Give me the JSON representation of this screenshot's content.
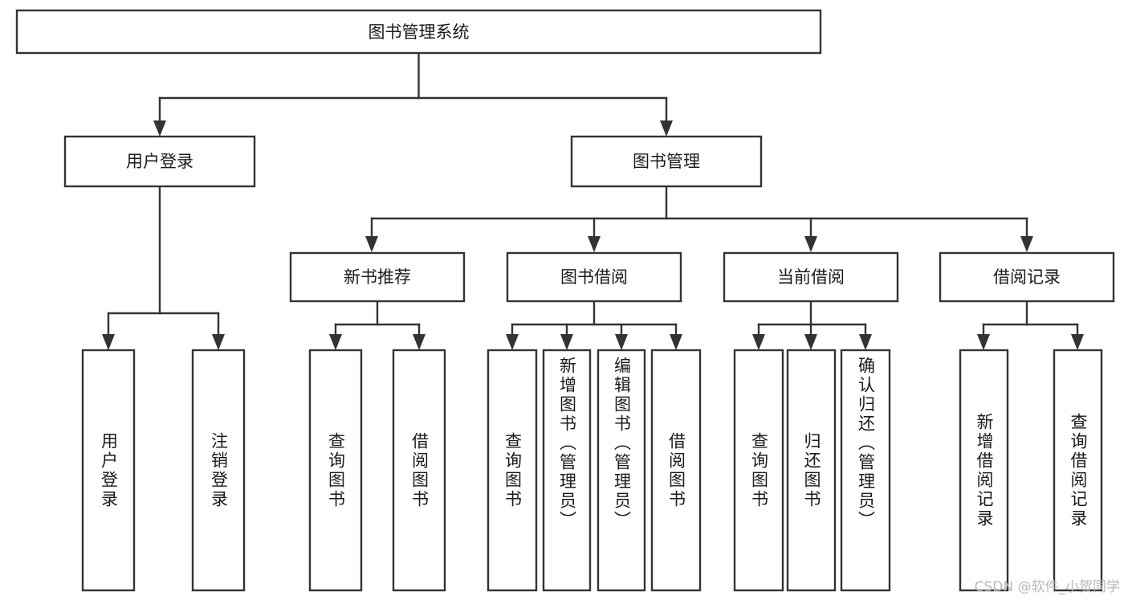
{
  "diagram": {
    "type": "tree",
    "title": "图书管理系统",
    "watermark": "CSDN @软件_小贺同学",
    "colors": {
      "box_fill": "#ffffff",
      "box_stroke": "#333333",
      "text": "#1a1a1a",
      "watermark": "#b9b9b9",
      "background": "#ffffff"
    },
    "nodes": {
      "root": {
        "label": "图书管理系统",
        "orientation": "horizontal"
      },
      "level2": [
        {
          "label": "用户登录",
          "orientation": "horizontal"
        },
        {
          "label": "图书管理",
          "orientation": "horizontal"
        }
      ],
      "level3": [
        {
          "label": "新书推荐",
          "orientation": "horizontal"
        },
        {
          "label": "图书借阅",
          "orientation": "horizontal"
        },
        {
          "label": "当前借阅",
          "orientation": "horizontal"
        },
        {
          "label": "借阅记录",
          "orientation": "horizontal"
        }
      ],
      "leaves_user_login": [
        {
          "label": "用户登录",
          "orientation": "vertical"
        },
        {
          "label": "注销登录",
          "orientation": "vertical"
        }
      ],
      "leaves_new_book": [
        {
          "label": "查询图书",
          "orientation": "vertical"
        },
        {
          "label": "借阅图书",
          "orientation": "vertical"
        }
      ],
      "leaves_borrow": [
        {
          "label": "查询图书",
          "orientation": "vertical"
        },
        {
          "label": "新增图书（管理员）",
          "orientation": "vertical"
        },
        {
          "label": "编辑图书（管理员）",
          "orientation": "vertical"
        },
        {
          "label": "借阅图书",
          "orientation": "vertical"
        }
      ],
      "leaves_current": [
        {
          "label": "查询图书",
          "orientation": "vertical"
        },
        {
          "label": "归还图书",
          "orientation": "vertical"
        },
        {
          "label": "确认归还（管理员）",
          "orientation": "vertical"
        }
      ],
      "leaves_records": [
        {
          "label": "新增借阅记录",
          "orientation": "vertical"
        },
        {
          "label": "查询借阅记录",
          "orientation": "vertical"
        }
      ]
    }
  }
}
